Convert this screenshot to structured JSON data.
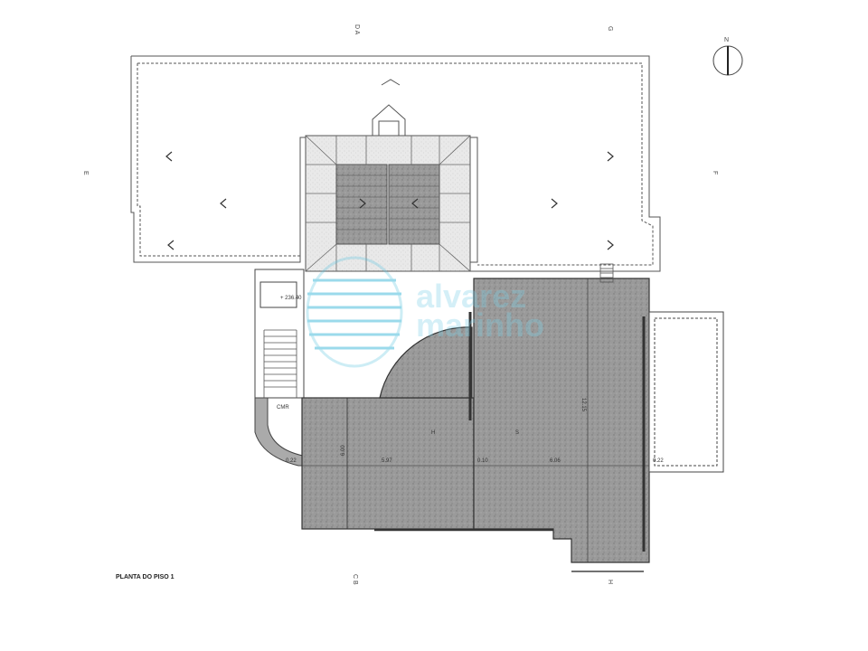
{
  "plan": {
    "title": "PLANTA DO PISO 1",
    "level_mark": "+ 236.40",
    "stair_label": "CMR",
    "north_label": "N"
  },
  "sections": {
    "top_da": "D A",
    "top_g": "G",
    "left_e": "E",
    "right_f": "F",
    "bottom_cb": "C B",
    "bottom_h": "H"
  },
  "dimensions": {
    "d_022_left": "0.22",
    "d_600": "6.00",
    "d_597": "5.97",
    "d_010": "0.10",
    "d_606": "6.06",
    "d_022_right": "0.22",
    "d_1215": "12.15",
    "room_h": "H",
    "room_s": "S"
  },
  "watermark": {
    "line1": "alvarez",
    "line2": "marinho"
  },
  "colors": {
    "line": "#4a4a4a",
    "fill_dark": "#8c8c8c",
    "fill_light": "#e6e6e6",
    "watermark": "#59c3df"
  }
}
